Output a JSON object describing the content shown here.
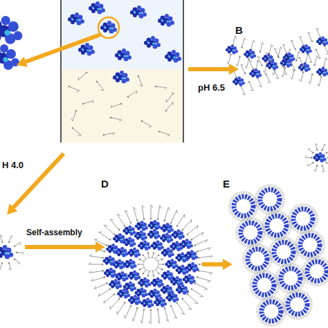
{
  "diagram": {
    "labels": [
      "B",
      "pH 6.5",
      "H 4.0",
      "Self-assembly",
      "D",
      "E"
    ]
  }
}
